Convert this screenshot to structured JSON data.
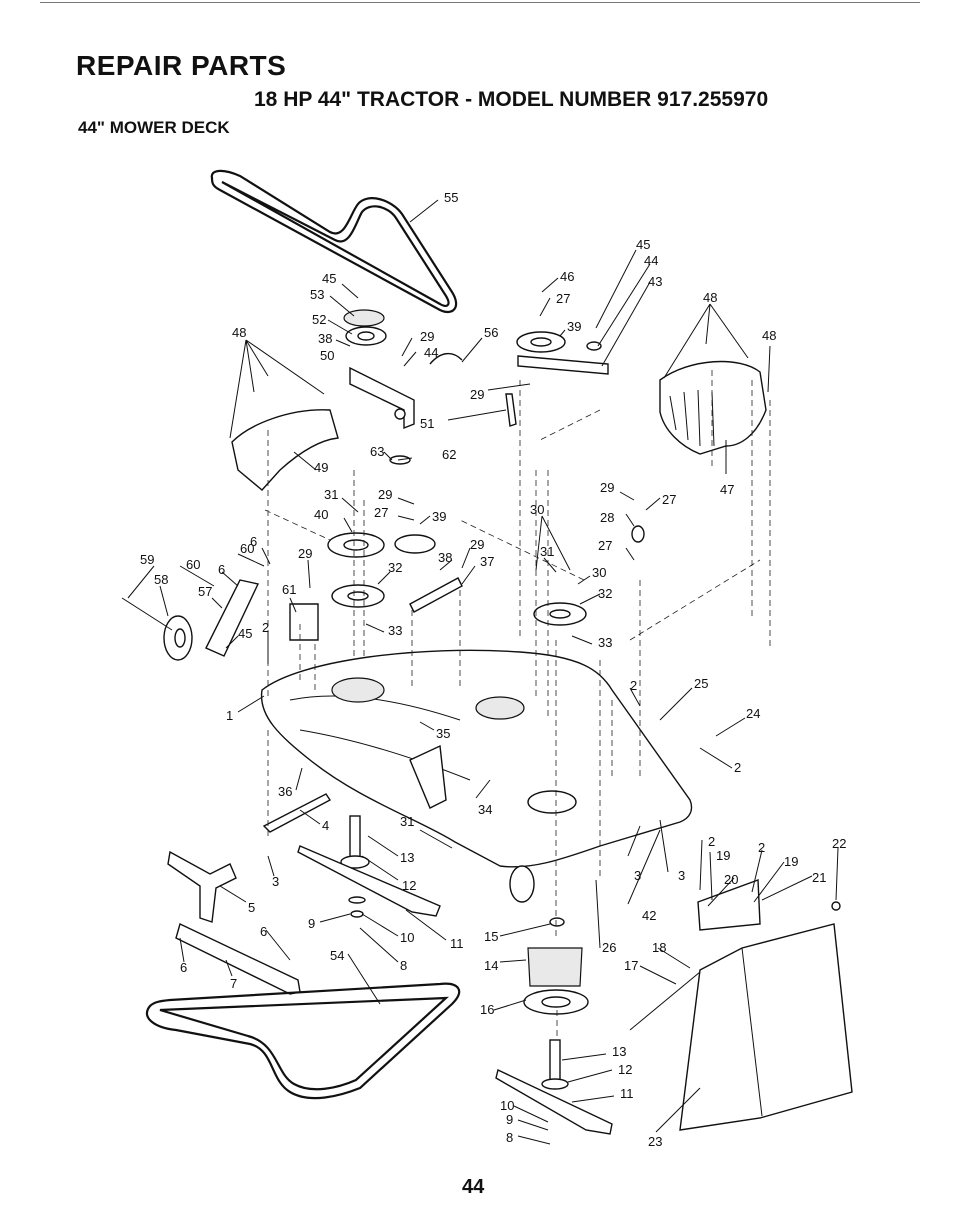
{
  "header": {
    "title": "REPAIR PARTS",
    "subtitle": "18 HP 44\" TRACTOR - MODEL NUMBER 917.255970",
    "section": "44\" MOWER DECK"
  },
  "page_number": "44",
  "callouts": [
    {
      "id": "c55a",
      "label": "55"
    },
    {
      "id": "c45a",
      "label": "45"
    },
    {
      "id": "c53",
      "label": "53"
    },
    {
      "id": "c52",
      "label": "52"
    },
    {
      "id": "c38a",
      "label": "38"
    },
    {
      "id": "c50",
      "label": "50"
    },
    {
      "id": "c29a",
      "label": "29"
    },
    {
      "id": "c44a",
      "label": "44"
    },
    {
      "id": "c56",
      "label": "56"
    },
    {
      "id": "c46",
      "label": "46"
    },
    {
      "id": "c27a",
      "label": "27"
    },
    {
      "id": "c39a",
      "label": "39"
    },
    {
      "id": "c45b",
      "label": "45"
    },
    {
      "id": "c44b",
      "label": "44"
    },
    {
      "id": "c43",
      "label": "43"
    },
    {
      "id": "c48a",
      "label": "48"
    },
    {
      "id": "c48b",
      "label": "48"
    },
    {
      "id": "c48c",
      "label": "48"
    },
    {
      "id": "c29b",
      "label": "29"
    },
    {
      "id": "c51",
      "label": "51"
    },
    {
      "id": "c63",
      "label": "63"
    },
    {
      "id": "c62",
      "label": "62"
    },
    {
      "id": "c49",
      "label": "49"
    },
    {
      "id": "c47",
      "label": "47"
    },
    {
      "id": "c31a",
      "label": "31"
    },
    {
      "id": "c29c",
      "label": "29"
    },
    {
      "id": "c40",
      "label": "40"
    },
    {
      "id": "c27b",
      "label": "27"
    },
    {
      "id": "c39b",
      "label": "39"
    },
    {
      "id": "c29d",
      "label": "29"
    },
    {
      "id": "c27c",
      "label": "27"
    },
    {
      "id": "c28",
      "label": "28"
    },
    {
      "id": "c27d",
      "label": "27"
    },
    {
      "id": "c30a",
      "label": "30"
    },
    {
      "id": "c29e",
      "label": "29"
    },
    {
      "id": "c38b",
      "label": "38"
    },
    {
      "id": "c37",
      "label": "37"
    },
    {
      "id": "c31b",
      "label": "31"
    },
    {
      "id": "c30b",
      "label": "30"
    },
    {
      "id": "c32a",
      "label": "32"
    },
    {
      "id": "c32b",
      "label": "32"
    },
    {
      "id": "c33a",
      "label": "33"
    },
    {
      "id": "c33b",
      "label": "33"
    },
    {
      "id": "c60a",
      "label": "60"
    },
    {
      "id": "c6a",
      "label": "6"
    },
    {
      "id": "c29f",
      "label": "29"
    },
    {
      "id": "c59",
      "label": "59"
    },
    {
      "id": "c60b",
      "label": "60"
    },
    {
      "id": "c6b",
      "label": "6"
    },
    {
      "id": "c58",
      "label": "58"
    },
    {
      "id": "c57",
      "label": "57"
    },
    {
      "id": "c61",
      "label": "61"
    },
    {
      "id": "c45c",
      "label": "45"
    },
    {
      "id": "c2a",
      "label": "2"
    },
    {
      "id": "c1",
      "label": "1"
    },
    {
      "id": "c35",
      "label": "35"
    },
    {
      "id": "c2b",
      "label": "2"
    },
    {
      "id": "c25",
      "label": "25"
    },
    {
      "id": "c24",
      "label": "24"
    },
    {
      "id": "c2c",
      "label": "2"
    },
    {
      "id": "c36",
      "label": "36"
    },
    {
      "id": "c34",
      "label": "34"
    },
    {
      "id": "c4",
      "label": "4"
    },
    {
      "id": "c31c",
      "label": "31"
    },
    {
      "id": "c3a",
      "label": "3"
    },
    {
      "id": "c13a",
      "label": "13"
    },
    {
      "id": "c12a",
      "label": "12"
    },
    {
      "id": "c5",
      "label": "5"
    },
    {
      "id": "c9a",
      "label": "9"
    },
    {
      "id": "c10a",
      "label": "10"
    },
    {
      "id": "c11a",
      "label": "11"
    },
    {
      "id": "c8a",
      "label": "8"
    },
    {
      "id": "c6c",
      "label": "6"
    },
    {
      "id": "c6d",
      "label": "6"
    },
    {
      "id": "c7",
      "label": "7"
    },
    {
      "id": "c54",
      "label": "54"
    },
    {
      "id": "c15",
      "label": "15"
    },
    {
      "id": "c26",
      "label": "26"
    },
    {
      "id": "c14",
      "label": "14"
    },
    {
      "id": "c16",
      "label": "16"
    },
    {
      "id": "c3b",
      "label": "3"
    },
    {
      "id": "c3c",
      "label": "3"
    },
    {
      "id": "c42",
      "label": "42"
    },
    {
      "id": "c2d",
      "label": "2"
    },
    {
      "id": "c19a",
      "label": "19"
    },
    {
      "id": "c2e",
      "label": "2"
    },
    {
      "id": "c19b",
      "label": "19"
    },
    {
      "id": "c22",
      "label": "22"
    },
    {
      "id": "c20",
      "label": "20"
    },
    {
      "id": "c21",
      "label": "21"
    },
    {
      "id": "c18",
      "label": "18"
    },
    {
      "id": "c17",
      "label": "17"
    },
    {
      "id": "c23",
      "label": "23"
    },
    {
      "id": "c13b",
      "label": "13"
    },
    {
      "id": "c12b",
      "label": "12"
    },
    {
      "id": "c11b",
      "label": "11"
    },
    {
      "id": "c10b",
      "label": "10"
    },
    {
      "id": "c9b",
      "label": "9"
    },
    {
      "id": "c8b",
      "label": "8"
    }
  ]
}
